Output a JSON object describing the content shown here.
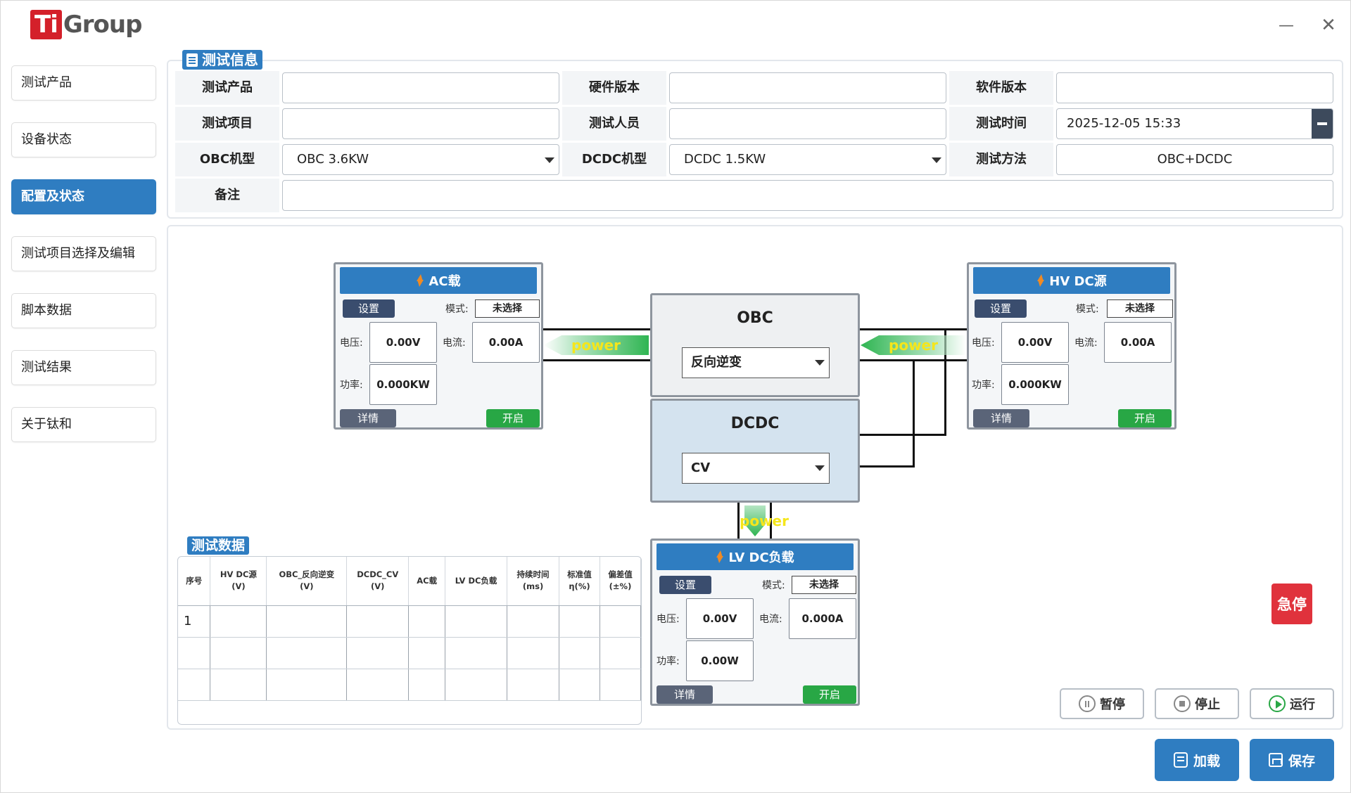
{
  "app": {
    "logo_ti": "Ti",
    "logo_group": "Group",
    "min_glyph": "—",
    "close_glyph": "✕"
  },
  "sidebar": {
    "items": [
      {
        "label": "测试产品",
        "active": false
      },
      {
        "label": "设备状态",
        "active": false
      },
      {
        "label": "配置及状态",
        "active": true
      },
      {
        "label": "测试项目选择及编辑",
        "active": false
      },
      {
        "label": "脚本数据",
        "active": false
      },
      {
        "label": "测试结果",
        "active": false
      },
      {
        "label": "关于钛和",
        "active": false
      }
    ]
  },
  "test_info": {
    "title": "测试信息",
    "product_label": "测试产品",
    "product_value": "",
    "hw_label": "硬件版本",
    "hw_value": "",
    "sw_label": "软件版本",
    "sw_value": "",
    "item_label": "测试项目",
    "item_value": "",
    "tester_label": "测试人员",
    "tester_value": "",
    "time_label": "测试时间",
    "time_value": "2025-12-05 15:33",
    "obc_model_label": "OBC机型",
    "obc_model_value": "OBC 3.6KW",
    "dcdc_model_label": "DCDC机型",
    "dcdc_model_value": "DCDC 1.5KW",
    "method_label": "测试方法",
    "method_value": "OBC+DCDC",
    "remark_label": "备注",
    "remark_value": ""
  },
  "ac_load": {
    "title": "AC载",
    "settings": "设置",
    "mode_label": "模式:",
    "mode_value": "未选择",
    "voltage_label": "电压:",
    "voltage_value": "0.00V",
    "current_label": "电流:",
    "current_value": "0.00A",
    "power_label": "功率:",
    "power_value": "0.000KW",
    "details": "详情",
    "start": "开启"
  },
  "hv_dc_source": {
    "title": "HV DC源",
    "settings": "设置",
    "mode_label": "模式:",
    "mode_value": "未选择",
    "voltage_label": "电压:",
    "voltage_value": "0.00V",
    "current_label": "电流:",
    "current_value": "0.00A",
    "power_label": "功率:",
    "power_value": "0.000KW",
    "details": "详情",
    "start": "开启"
  },
  "lv_dc_load": {
    "title": "LV DC负载",
    "settings": "设置",
    "mode_label": "模式:",
    "mode_value": "未选择",
    "voltage_label": "电压:",
    "voltage_value": "0.00V",
    "current_label": "电流:",
    "current_value": "0.000A",
    "power_label": "功率:",
    "power_value": "0.00W",
    "details": "详情",
    "start": "开启"
  },
  "obc": {
    "title": "OBC",
    "mode_value": "反向逆变"
  },
  "dcdc": {
    "title": "DCDC",
    "mode_value": "CV"
  },
  "power_flow": {
    "label": "power"
  },
  "test_data": {
    "title": "测试数据",
    "columns": [
      {
        "l1": "序号",
        "l2": ""
      },
      {
        "l1": "HV DC源",
        "l2": "(V)"
      },
      {
        "l1": "OBC_反向逆变",
        "l2": "(V)"
      },
      {
        "l1": "DCDC_CV",
        "l2": "(V)"
      },
      {
        "l1": "AC载",
        "l2": ""
      },
      {
        "l1": "LV DC负载",
        "l2": ""
      },
      {
        "l1": "持续时间",
        "l2": "(ms)"
      },
      {
        "l1": "标准值",
        "l2": "η(%)"
      },
      {
        "l1": "偏差值",
        "l2": "(±%)"
      }
    ],
    "rows": [
      [
        "1",
        "",
        "",
        "",
        "",
        "",
        "",
        "",
        ""
      ],
      [
        "",
        "",
        "",
        "",
        "",
        "",
        "",
        "",
        ""
      ],
      [
        "",
        "",
        "",
        "",
        "",
        "",
        "",
        "",
        ""
      ]
    ]
  },
  "actions": {
    "pause": "暂停",
    "stop": "停止",
    "run": "运行",
    "load": "加载",
    "save": "保存",
    "estop": "急停"
  },
  "colors": {
    "accent": "#2f7dc1",
    "danger": "#e0323c",
    "success": "#28a745"
  }
}
